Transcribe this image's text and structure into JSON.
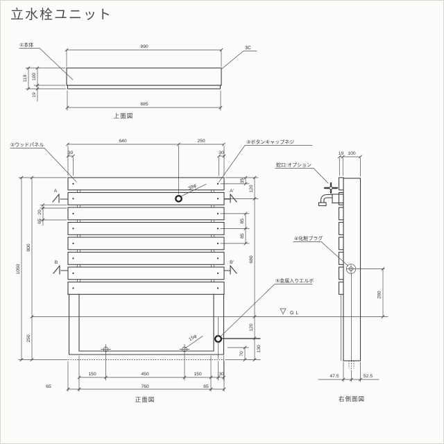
{
  "title": "立水栓ユニット",
  "views": {
    "top": {
      "caption": "上面図"
    },
    "front": {
      "caption": "正面図"
    },
    "side": {
      "caption": "右側面図"
    }
  },
  "callouts": {
    "body": "①本体",
    "chamfer": "3C",
    "wood_panel": "②ウッドパネル",
    "button_cap_screw": "③ボタンキャップネジ",
    "decor_plug": "④化粧プラグ",
    "metal_elbow": "⑤金属入りエルボ",
    "faucet": "蛇口:オプション",
    "gl": "GL",
    "hole_top": "39φ",
    "hole_bottom": "15φ",
    "sec_a": "A",
    "sec_a2": "A'",
    "sec_b": "B",
    "sec_b2": "B'"
  },
  "dims": {
    "top": {
      "w_outer": "890",
      "w_base": "885",
      "h_total": "119",
      "h_body": "100",
      "h_base": "19"
    },
    "front": {
      "w_panel": "640",
      "w_right": "250",
      "edge_l": "30",
      "edge_r": "30",
      "gap": "20",
      "slat": "65",
      "h_above": "800",
      "h_total": "1050",
      "h_buried": "250",
      "r35": "35",
      "r120t": "120",
      "r85a": "85",
      "r85b": "85",
      "r680": "680",
      "r120b": "120",
      "r130": "130",
      "r70": "70",
      "r30": "30",
      "a150l": "150",
      "a450": "450",
      "a150r": "150",
      "o65l": "65",
      "o760": "760",
      "o65r": "65"
    },
    "side": {
      "t19": "19",
      "d100": "100",
      "h280": "280",
      "o475": "47.5",
      "o525": "52.5"
    }
  }
}
